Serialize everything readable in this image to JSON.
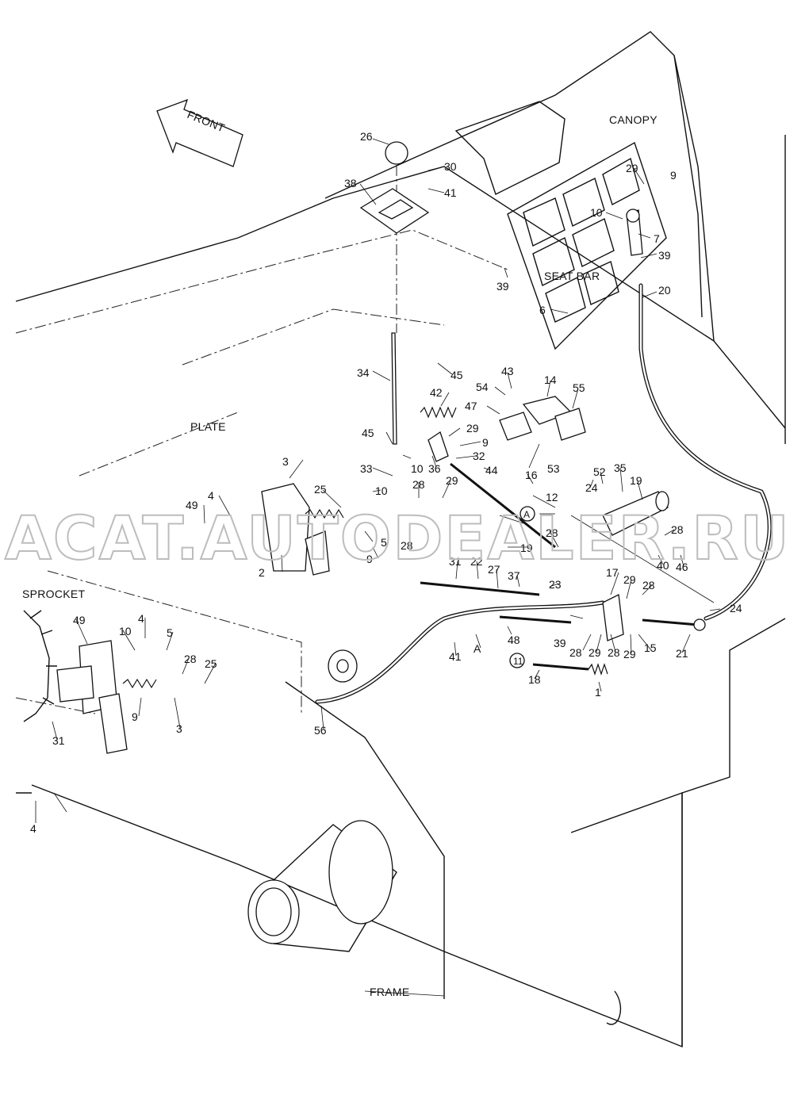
{
  "labels": {
    "front": "FRONT",
    "canopy": "CANOPY",
    "seat_bar": "SEAT BAR",
    "plate": "PLATE",
    "sprocket": "SPROCKET",
    "frame": "FRAME",
    "watermark": "ACAT.AUTODEALER.RU"
  },
  "callouts": [
    {
      "id": "c26",
      "text": "26"
    },
    {
      "id": "c30",
      "text": "30"
    },
    {
      "id": "c41a",
      "text": "41"
    },
    {
      "id": "c38",
      "text": "38"
    },
    {
      "id": "c39a",
      "text": "39"
    },
    {
      "id": "c29a",
      "text": "29"
    },
    {
      "id": "c9a",
      "text": "9"
    },
    {
      "id": "c10a",
      "text": "10"
    },
    {
      "id": "c7",
      "text": "7"
    },
    {
      "id": "c39b",
      "text": "39"
    },
    {
      "id": "c20",
      "text": "20"
    },
    {
      "id": "c6",
      "text": "6"
    },
    {
      "id": "c34",
      "text": "34"
    },
    {
      "id": "c45a",
      "text": "45"
    },
    {
      "id": "c43",
      "text": "43"
    },
    {
      "id": "c14",
      "text": "14"
    },
    {
      "id": "c54",
      "text": "54"
    },
    {
      "id": "c55",
      "text": "55"
    },
    {
      "id": "c42",
      "text": "42"
    },
    {
      "id": "c47",
      "text": "47"
    },
    {
      "id": "c29b",
      "text": "29"
    },
    {
      "id": "c9b",
      "text": "9"
    },
    {
      "id": "c45b",
      "text": "45"
    },
    {
      "id": "c32",
      "text": "32"
    },
    {
      "id": "c10b",
      "text": "10"
    },
    {
      "id": "c36",
      "text": "36"
    },
    {
      "id": "c33",
      "text": "33"
    },
    {
      "id": "c53",
      "text": "53"
    },
    {
      "id": "c44",
      "text": "44"
    },
    {
      "id": "c16",
      "text": "16"
    },
    {
      "id": "c52",
      "text": "52"
    },
    {
      "id": "c35",
      "text": "35"
    },
    {
      "id": "c24a",
      "text": "24"
    },
    {
      "id": "c19a",
      "text": "19"
    },
    {
      "id": "c3a",
      "text": "3"
    },
    {
      "id": "c25a",
      "text": "25"
    },
    {
      "id": "c10c",
      "text": "10"
    },
    {
      "id": "c28a",
      "text": "28"
    },
    {
      "id": "c29c",
      "text": "29"
    },
    {
      "id": "c12",
      "text": "12"
    },
    {
      "id": "c49a",
      "text": "49"
    },
    {
      "id": "c4a",
      "text": "4"
    },
    {
      "id": "cA1",
      "text": "A"
    },
    {
      "id": "c28b",
      "text": "28"
    },
    {
      "id": "c28c",
      "text": "28"
    },
    {
      "id": "c5a",
      "text": "5"
    },
    {
      "id": "c28d",
      "text": "28"
    },
    {
      "id": "c19b",
      "text": "19"
    },
    {
      "id": "c40",
      "text": "40"
    },
    {
      "id": "c46",
      "text": "46"
    },
    {
      "id": "c9c",
      "text": "9"
    },
    {
      "id": "c2",
      "text": "2"
    },
    {
      "id": "c31a",
      "text": "31"
    },
    {
      "id": "c22",
      "text": "22"
    },
    {
      "id": "c27",
      "text": "27"
    },
    {
      "id": "c37",
      "text": "37"
    },
    {
      "id": "c23",
      "text": "23"
    },
    {
      "id": "c17",
      "text": "17"
    },
    {
      "id": "c29d",
      "text": "29"
    },
    {
      "id": "c28e",
      "text": "28"
    },
    {
      "id": "c24b",
      "text": "24"
    },
    {
      "id": "c39c",
      "text": "39"
    },
    {
      "id": "c28f",
      "text": "28"
    },
    {
      "id": "c29e",
      "text": "29"
    },
    {
      "id": "c28g",
      "text": "28"
    },
    {
      "id": "c29f",
      "text": "29"
    },
    {
      "id": "c15",
      "text": "15"
    },
    {
      "id": "c21",
      "text": "21"
    },
    {
      "id": "c48",
      "text": "48"
    },
    {
      "id": "c41b",
      "text": "41"
    },
    {
      "id": "cA2",
      "text": "A"
    },
    {
      "id": "c11",
      "text": "11"
    },
    {
      "id": "c18",
      "text": "18"
    },
    {
      "id": "c1",
      "text": "1"
    },
    {
      "id": "c49b",
      "text": "49"
    },
    {
      "id": "c4b",
      "text": "4"
    },
    {
      "id": "c10d",
      "text": "10"
    },
    {
      "id": "c5b",
      "text": "5"
    },
    {
      "id": "c28h",
      "text": "28"
    },
    {
      "id": "c25b",
      "text": "25"
    },
    {
      "id": "c9d",
      "text": "9"
    },
    {
      "id": "c3b",
      "text": "3"
    },
    {
      "id": "c31b",
      "text": "31"
    },
    {
      "id": "c56",
      "text": "56"
    },
    {
      "id": "c4c",
      "text": "4"
    }
  ]
}
